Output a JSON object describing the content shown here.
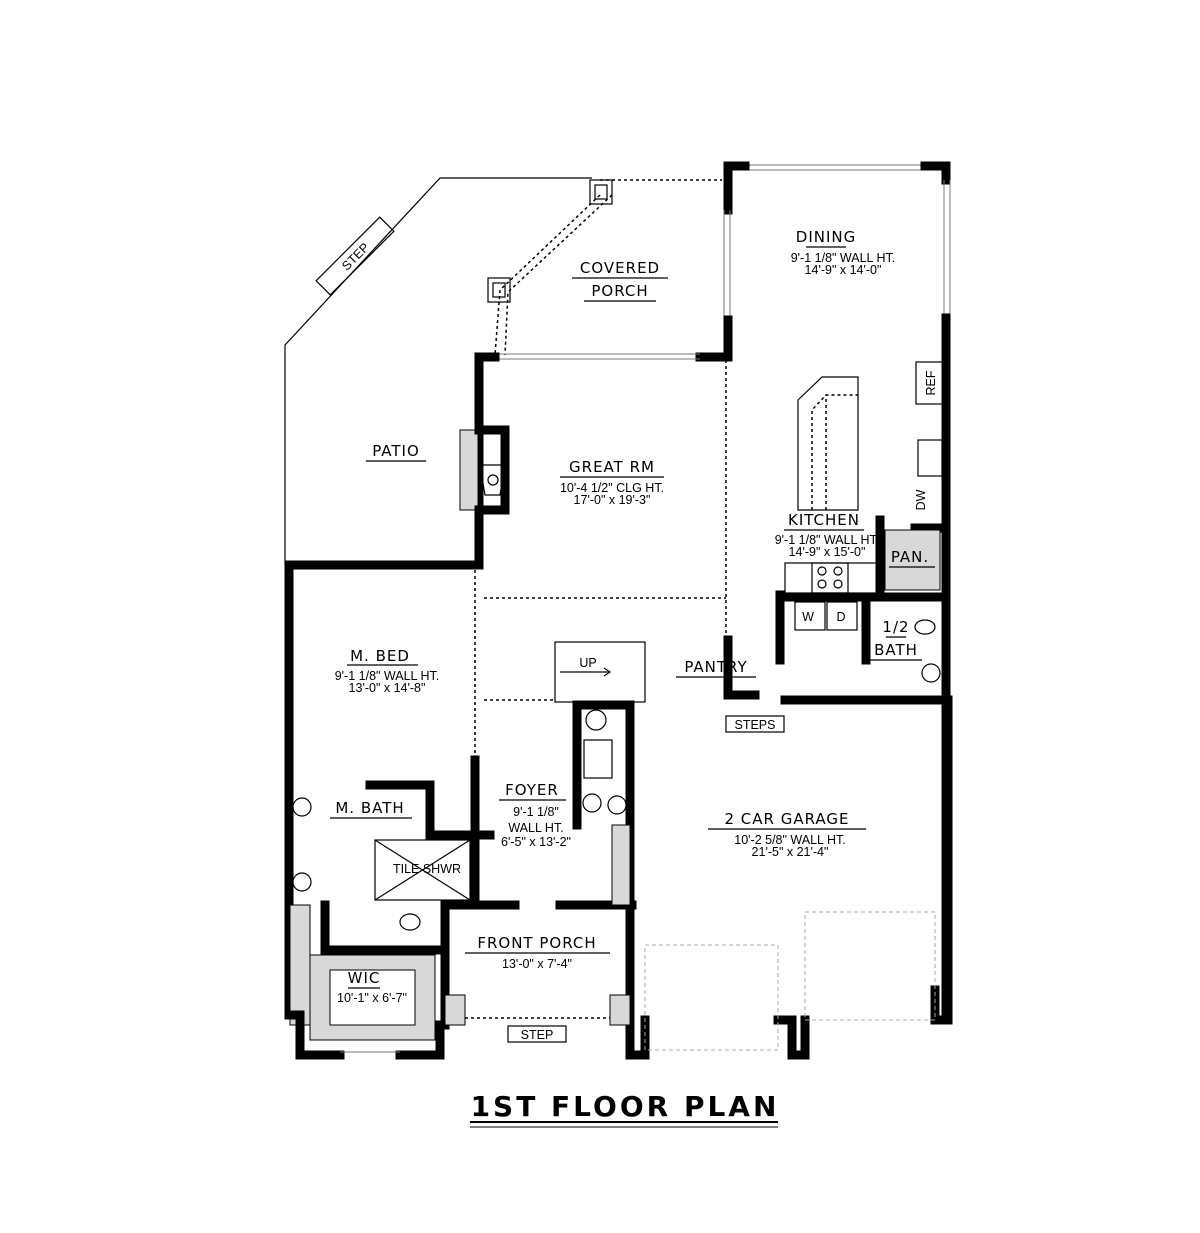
{
  "title": "1ST FLOOR PLAN",
  "rooms": {
    "dining": {
      "name": "DINING",
      "height": "9'-1 1/8\" WALL HT.",
      "size": "14'-9\" x 14'-0\""
    },
    "covered_porch": {
      "name1": "COVERED",
      "name2": "PORCH"
    },
    "patio": {
      "name": "PATIO"
    },
    "great_rm": {
      "name": "GREAT RM",
      "height": "10'-4 1/2\" CLG HT.",
      "size": "17'-0\" x 19'-3\""
    },
    "kitchen": {
      "name": "KITCHEN",
      "height": "9'-1 1/8\" WALL HT.",
      "size": "14'-9\" x 15'-0\""
    },
    "pan": {
      "name": "PAN."
    },
    "half_bath": {
      "name1": "1/2",
      "name2": "BATH"
    },
    "pantry": {
      "name": "PANTRY"
    },
    "m_bed": {
      "name": "M. BED",
      "height": "9'-1 1/8\" WALL HT.",
      "size": "13'-0\" x 14'-8\""
    },
    "m_bath": {
      "name": "M. BATH"
    },
    "tile_shwr": {
      "name": "TILE SHWR"
    },
    "wic": {
      "name": "WIC",
      "size": "10'-1\" x 6'-7\""
    },
    "foyer": {
      "name": "FOYER",
      "height1": "9'-1 1/8\"",
      "height2": "WALL HT.",
      "size": "6'-5\" x 13'-2\""
    },
    "front_porch": {
      "name": "FRONT PORCH",
      "size": "13'-0\" x 7'-4\""
    },
    "garage": {
      "name": "2 CAR GARAGE",
      "height": "10'-2 5/8\" WALL HT.",
      "size": "21'-5\" x 21'-4\""
    }
  },
  "fixtures": {
    "step_patio": "STEP",
    "step_front": "STEP",
    "steps_garage": "STEPS",
    "stairs": "UP",
    "ref": "REF",
    "dw": "DW",
    "washer": "W",
    "dryer": "D"
  }
}
